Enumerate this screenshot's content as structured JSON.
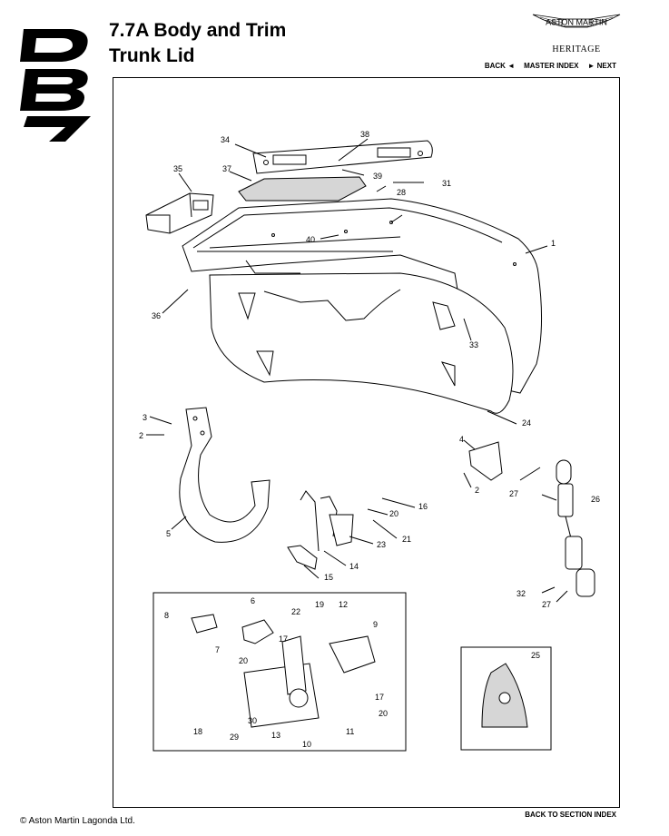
{
  "header": {
    "title_line1": "7.7A Body and Trim",
    "title_line2": "Trunk Lid",
    "brand_text": "ASTON MARTIN",
    "heritage": "HERITAGE"
  },
  "nav": {
    "back": "BACK ◄",
    "master_index": "MASTER INDEX",
    "next": "► NEXT"
  },
  "footer": {
    "copyright": "© Aston Martin Lagonda Ltd.",
    "back_to_section": "BACK TO SECTION INDEX"
  },
  "logo_text": "DB7",
  "callouts": [
    "1",
    "2",
    "2",
    "3",
    "4",
    "5",
    "6",
    "7",
    "8",
    "9",
    "10",
    "11",
    "12",
    "13",
    "14",
    "15",
    "16",
    "17",
    "17",
    "18",
    "19",
    "20",
    "20",
    "20",
    "21",
    "22",
    "23",
    "24",
    "25",
    "26",
    "27",
    "27",
    "28",
    "29",
    "30",
    "31",
    "32",
    "33",
    "34",
    "35",
    "36",
    "37",
    "38",
    "39",
    "40"
  ]
}
